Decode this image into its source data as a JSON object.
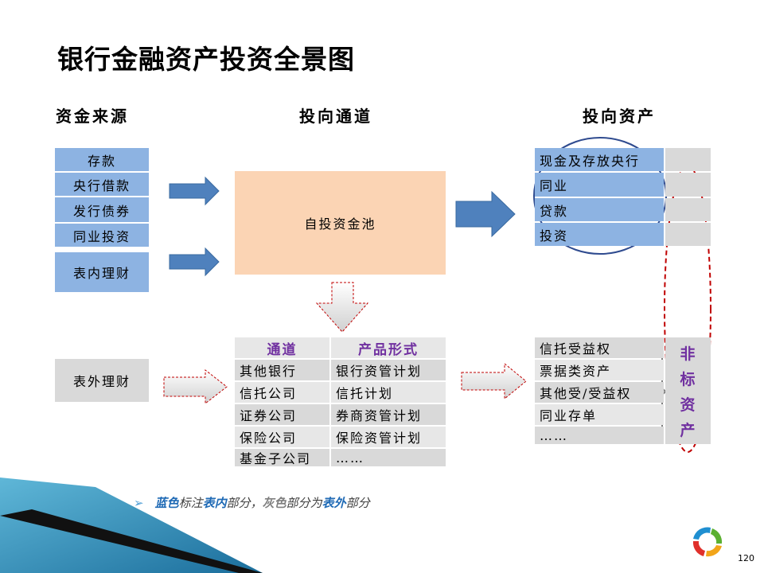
{
  "title": "银行金融资产投资全景图",
  "columns": {
    "sources": "资金来源",
    "channels": "投向通道",
    "assets": "投向资产"
  },
  "sources_on": [
    "存款",
    "央行借款",
    "发行债券",
    "同业投资"
  ],
  "source_wm": "表内理财",
  "source_off": "表外理财",
  "pool": "自投资金池",
  "channel_table": {
    "headers": [
      "通道",
      "产品形式"
    ],
    "rows": [
      [
        "其他银行",
        "银行资管计划"
      ],
      [
        "信托公司",
        "信托计划"
      ],
      [
        "证券公司",
        "券商资管计划"
      ],
      [
        "保险公司",
        "保险资管计划"
      ],
      [
        "基金子公司",
        "……"
      ]
    ]
  },
  "assets_on": [
    "现金及存放央行",
    "同业",
    "贷款",
    "投资"
  ],
  "assets_off": [
    "信托受益权",
    "票据类资产",
    "其他受/受益权",
    "同业存单",
    "……"
  ],
  "nonstandard": [
    "非",
    "标",
    "资",
    "产"
  ],
  "note": {
    "bullet": "➢",
    "p1": "蓝色",
    "p2": "标注",
    "p3": "表内",
    "p4": "部分，",
    "p5": "灰色",
    "p6": "部分为",
    "p7": "表外",
    "p8": "部分"
  },
  "page_number": "120",
  "colors": {
    "blue": "#8db3e2",
    "gray": "#d9d9d9",
    "pool": "#fbd4b4",
    "arrow_blue": "#4f81bd",
    "circle": "#2f4b8f",
    "ellipse": "#c00000",
    "purple": "#7030a0"
  }
}
